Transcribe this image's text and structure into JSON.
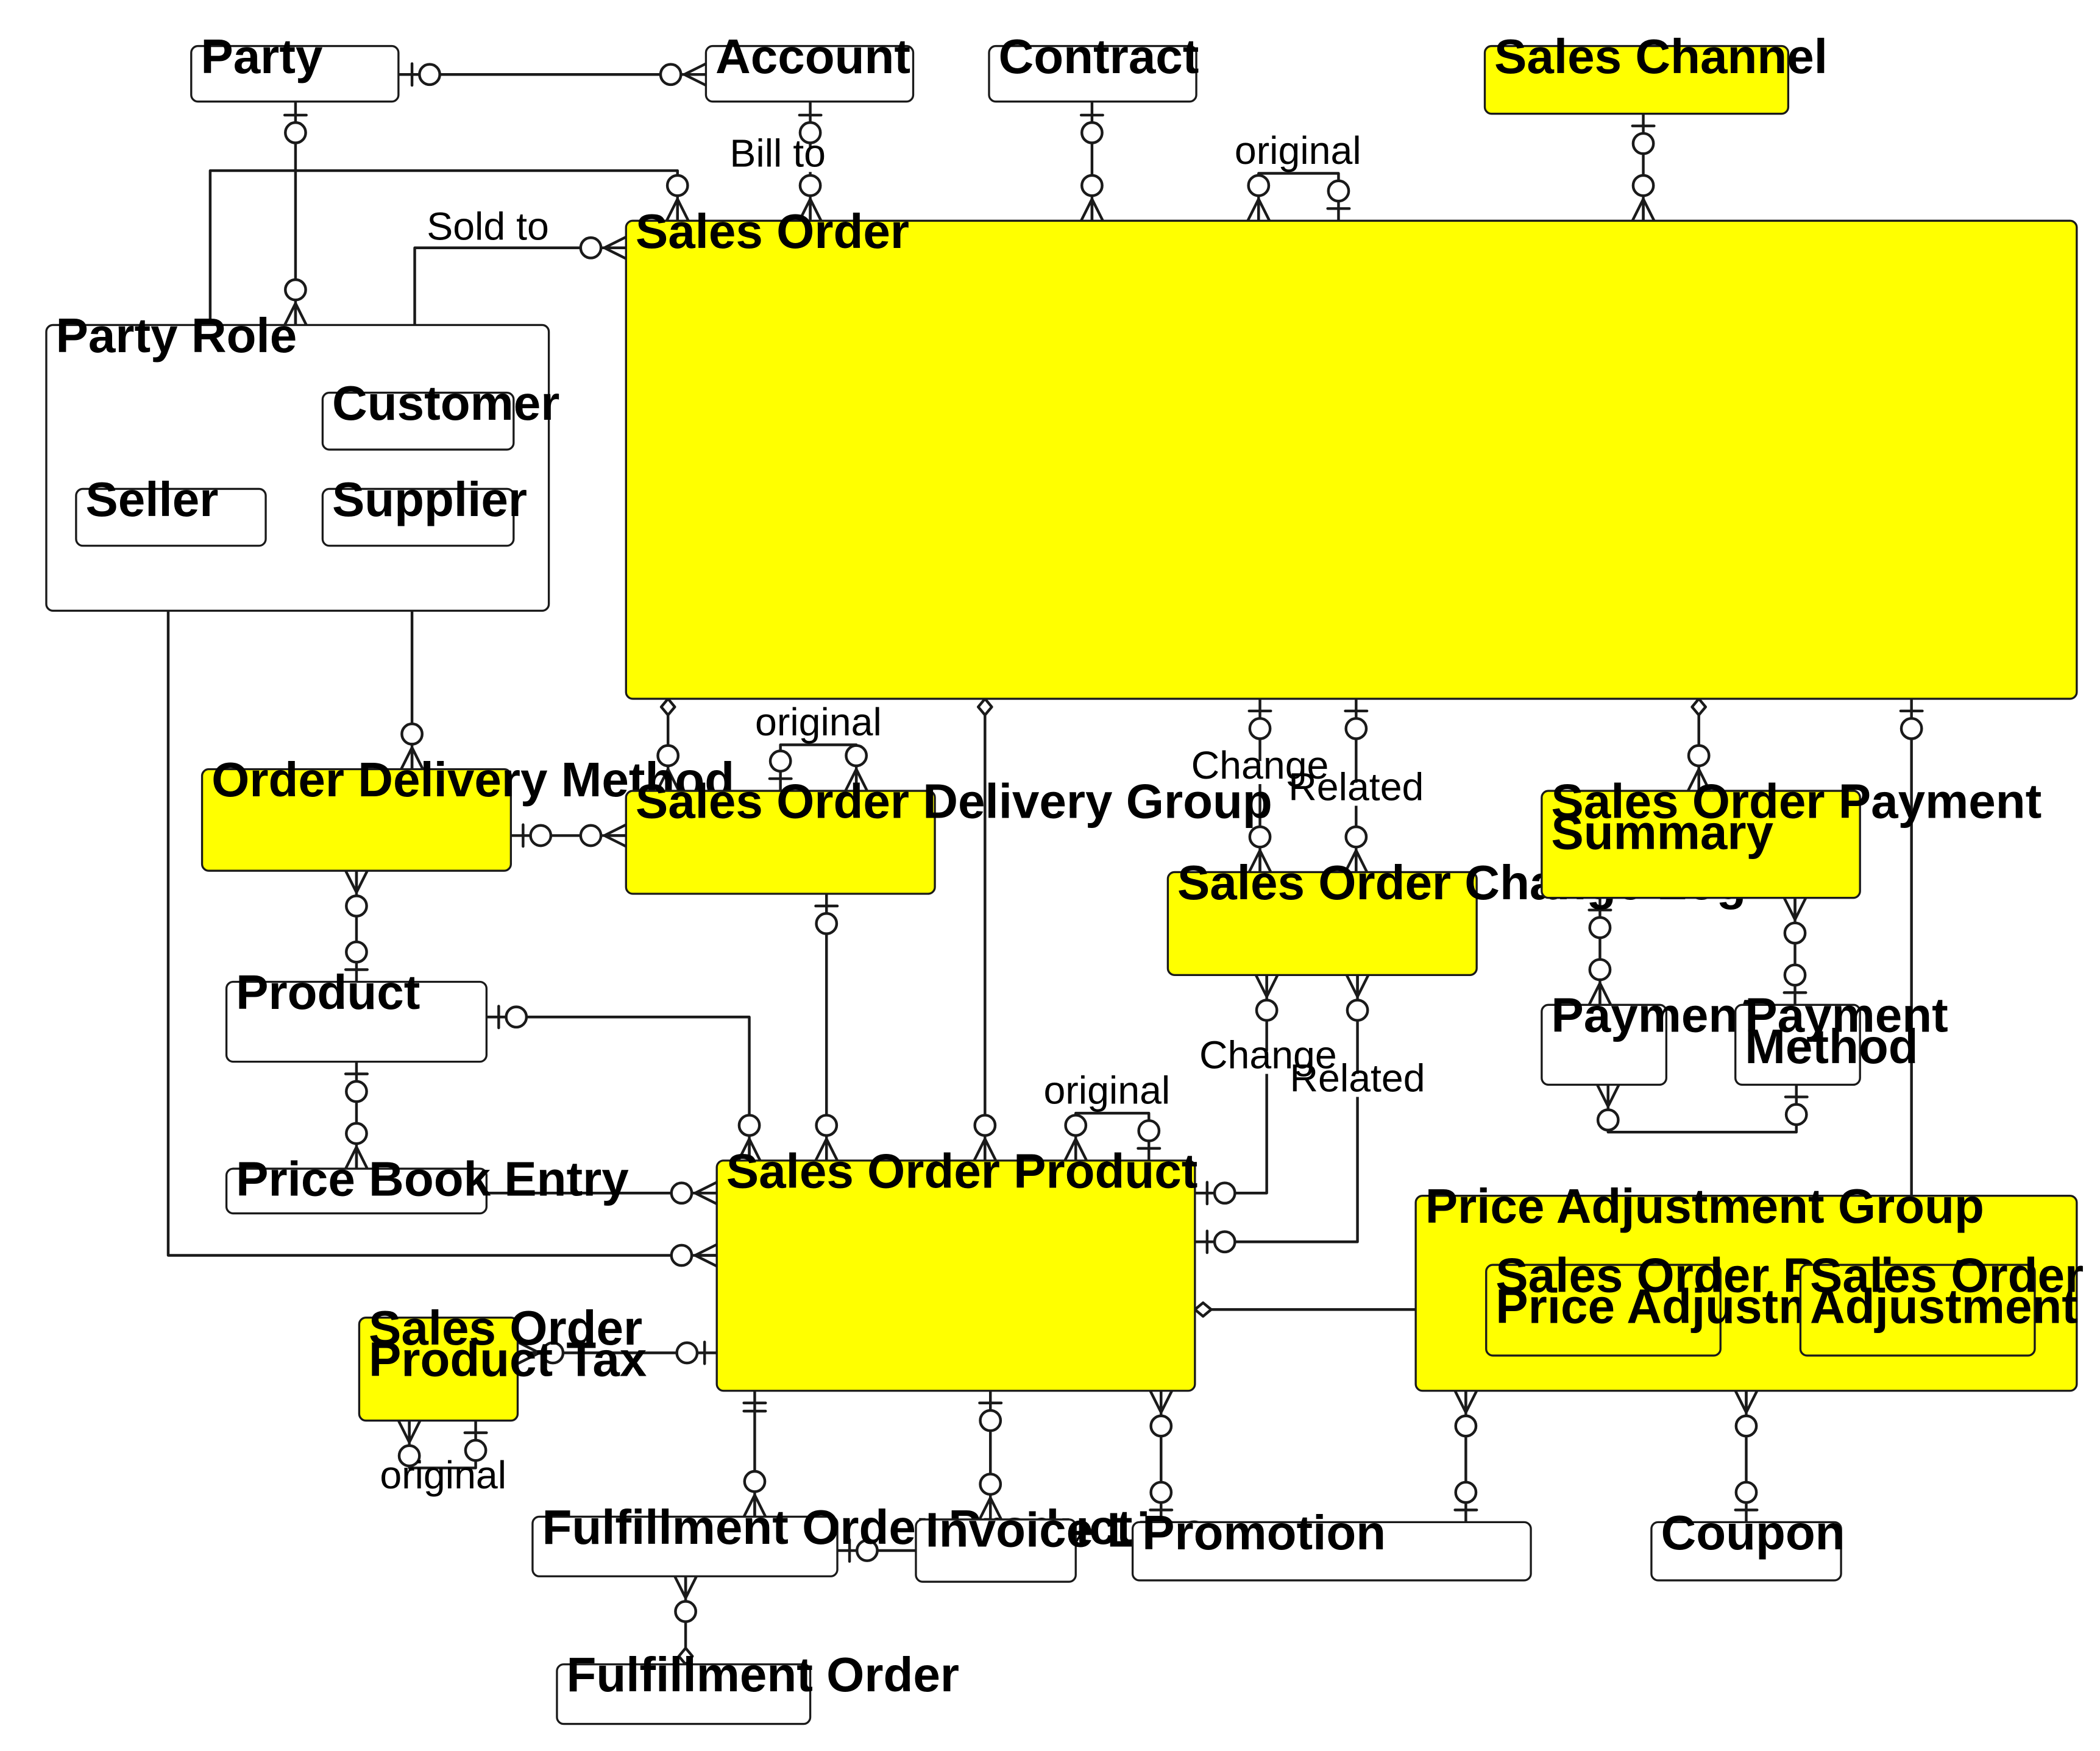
{
  "colors": {
    "highlight": "#ffff00",
    "plain": "#ffffff",
    "stroke": "#1a1a1a"
  },
  "entities": {
    "party": {
      "title": "Party",
      "highlight": false
    },
    "account": {
      "title": "Account",
      "highlight": false
    },
    "contract": {
      "title": "Contract",
      "highlight": false
    },
    "sales_channel": {
      "title": "Sales Channel",
      "highlight": true
    },
    "party_role": {
      "title": "Party Role",
      "highlight": false
    },
    "customer": {
      "title": "Customer",
      "highlight": false
    },
    "seller": {
      "title": "Seller",
      "highlight": false
    },
    "supplier": {
      "title": "Supplier",
      "highlight": false
    },
    "sales_order": {
      "title": "Sales  Order",
      "highlight": true
    },
    "order_delivery_method": {
      "title": "Order Delivery Method",
      "highlight": true
    },
    "sales_order_delivery_group": {
      "title": "Sales Order Delivery Group",
      "highlight": true
    },
    "sales_order_change_log": {
      "title": "Sales Order Change Log",
      "highlight": true
    },
    "sales_order_payment_summary": {
      "title": [
        "Sales Order Payment",
        "Summary"
      ],
      "highlight": true
    },
    "payment": {
      "title": "Payment",
      "highlight": false
    },
    "payment_method": {
      "title": [
        "Payment",
        "Method"
      ],
      "highlight": false
    },
    "product": {
      "title": "Product",
      "highlight": false
    },
    "price_book_entry": {
      "title": "Price Book Entry",
      "highlight": false
    },
    "sales_order_product": {
      "title": "Sales Order Product",
      "highlight": true
    },
    "price_adjustment_group": {
      "title": "Price Adjustment Group",
      "highlight": true
    },
    "sales_order_product_price_adjustment": {
      "title": [
        "Sales Order Product",
        "Price Adjustment"
      ],
      "highlight": true
    },
    "sales_order_price_adjustment": {
      "title": [
        "Sales Order Price",
        "Adjustment"
      ],
      "highlight": true
    },
    "sales_order_product_tax": {
      "title": [
        "Sales Order",
        "Product Tax"
      ],
      "highlight": true
    },
    "fulfillment_order_product": {
      "title": "Fulfillment Order Product",
      "highlight": false
    },
    "invoice_line": {
      "title": "Invoice Line",
      "highlight": false
    },
    "promotion": {
      "title": "Promotion",
      "highlight": false
    },
    "coupon": {
      "title": "Coupon",
      "highlight": false
    },
    "fulfillment_order": {
      "title": "Fulfillment Order",
      "highlight": false
    }
  },
  "relationship_labels": {
    "bill_to": "Bill to",
    "sold_to": "Sold to",
    "sales_order_original": "original",
    "delivery_group_original": "original",
    "change_top": "Change",
    "related_top": "Related",
    "change_bottom": "Change",
    "related_bottom": "Related",
    "sales_order_product_original": "original",
    "tax_original": "original"
  }
}
